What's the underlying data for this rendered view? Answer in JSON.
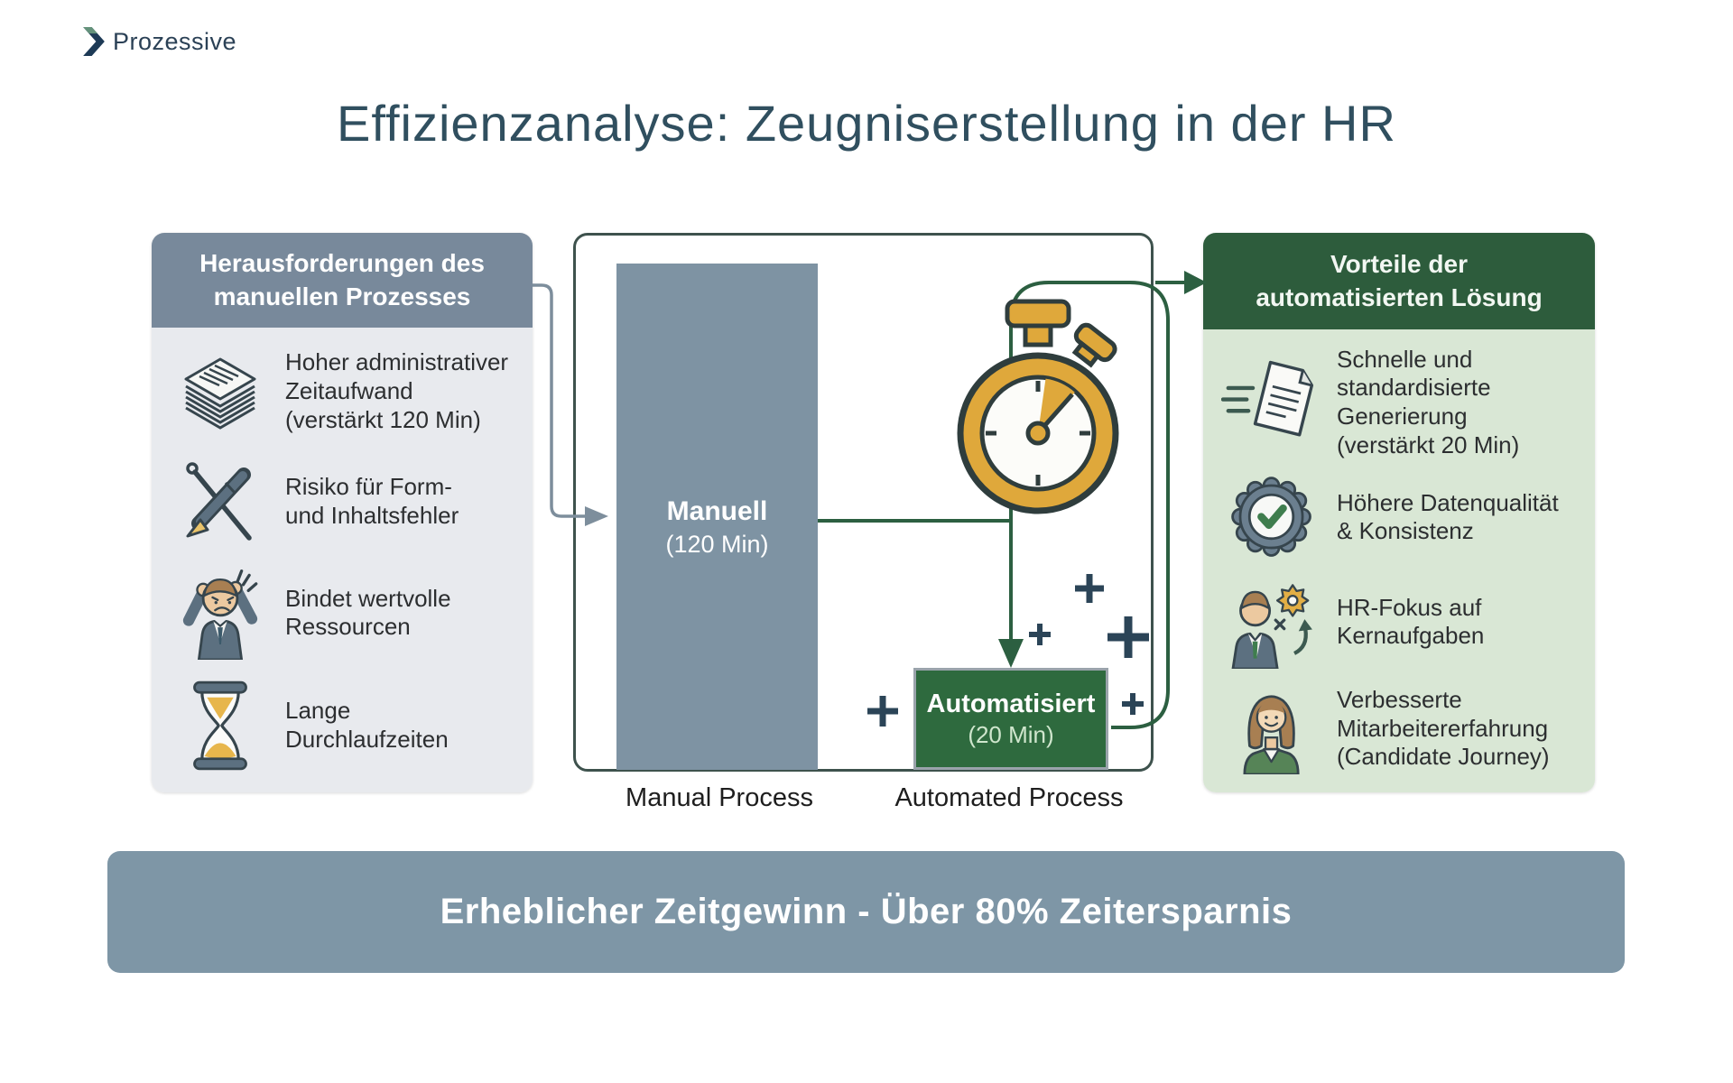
{
  "logo": {
    "text": "Prozessive"
  },
  "title": "Effizienzanalyse: Zeugniserstellung in der HR",
  "left_panel": {
    "header": "Herausforderungen des\nmanuellen Prozesses",
    "items": [
      {
        "icon": "paper-stack-icon",
        "text": "Hoher administrativer\nZeitaufwand\n(verstärkt 120 Min)"
      },
      {
        "icon": "pen-pencil-cross-icon",
        "text": "Risiko für Form-\nund Inhaltsfehler"
      },
      {
        "icon": "stressed-person-icon",
        "text": "Bindet wertvolle\nRessourcen"
      },
      {
        "icon": "hourglass-icon",
        "text": "Lange\nDurchlaufzeiten"
      }
    ]
  },
  "chart": {
    "manual_bar": {
      "name": "Manuell",
      "time": "(120 Min)"
    },
    "auto_bar": {
      "name": "Automatisiert",
      "time": "(20 Min)"
    },
    "axis_labels": {
      "manual": "Manual Process",
      "auto": "Automated Process"
    }
  },
  "chart_data": {
    "type": "bar",
    "categories": [
      "Manual Process",
      "Automated Process"
    ],
    "values": [
      120,
      20
    ],
    "unit": "Min",
    "bar_labels": [
      "Manuell (120 Min)",
      "Automatisiert (20 Min)"
    ],
    "bar_colors": [
      "#7e93a3",
      "#2e6a3e"
    ],
    "ylim": [
      0,
      130
    ],
    "annotations": [
      "stopwatch-icon",
      "plus-signs"
    ]
  },
  "right_panel": {
    "header": "Vorteile der\nautomatisierten Lösung",
    "items": [
      {
        "icon": "fast-document-icon",
        "text": "Schnelle und\nstandardisierte\nGenerierung\n(verstärkt 20 Min)"
      },
      {
        "icon": "quality-badge-icon",
        "text": "Höhere Datenqualität\n& Konsistenz"
      },
      {
        "icon": "hr-focus-icon",
        "text": "HR-Fokus auf\nKernaufgaben"
      },
      {
        "icon": "employee-experience-icon",
        "text": "Verbesserte\nMitarbeitererfahrung\n(Candidate Journey)"
      }
    ]
  },
  "banner": {
    "text": "Erheblicher Zeitgewinn - Über 80% Zeitersparnis"
  },
  "colors": {
    "slate_banner": "#7e96a6",
    "slate_header": "#78899b",
    "manual_bar": "#7e93a3",
    "dark_green": "#2d5c3c",
    "auto_green": "#2e6a3e",
    "accent_gold": "#dfa83b",
    "title_text": "#304f5f"
  }
}
